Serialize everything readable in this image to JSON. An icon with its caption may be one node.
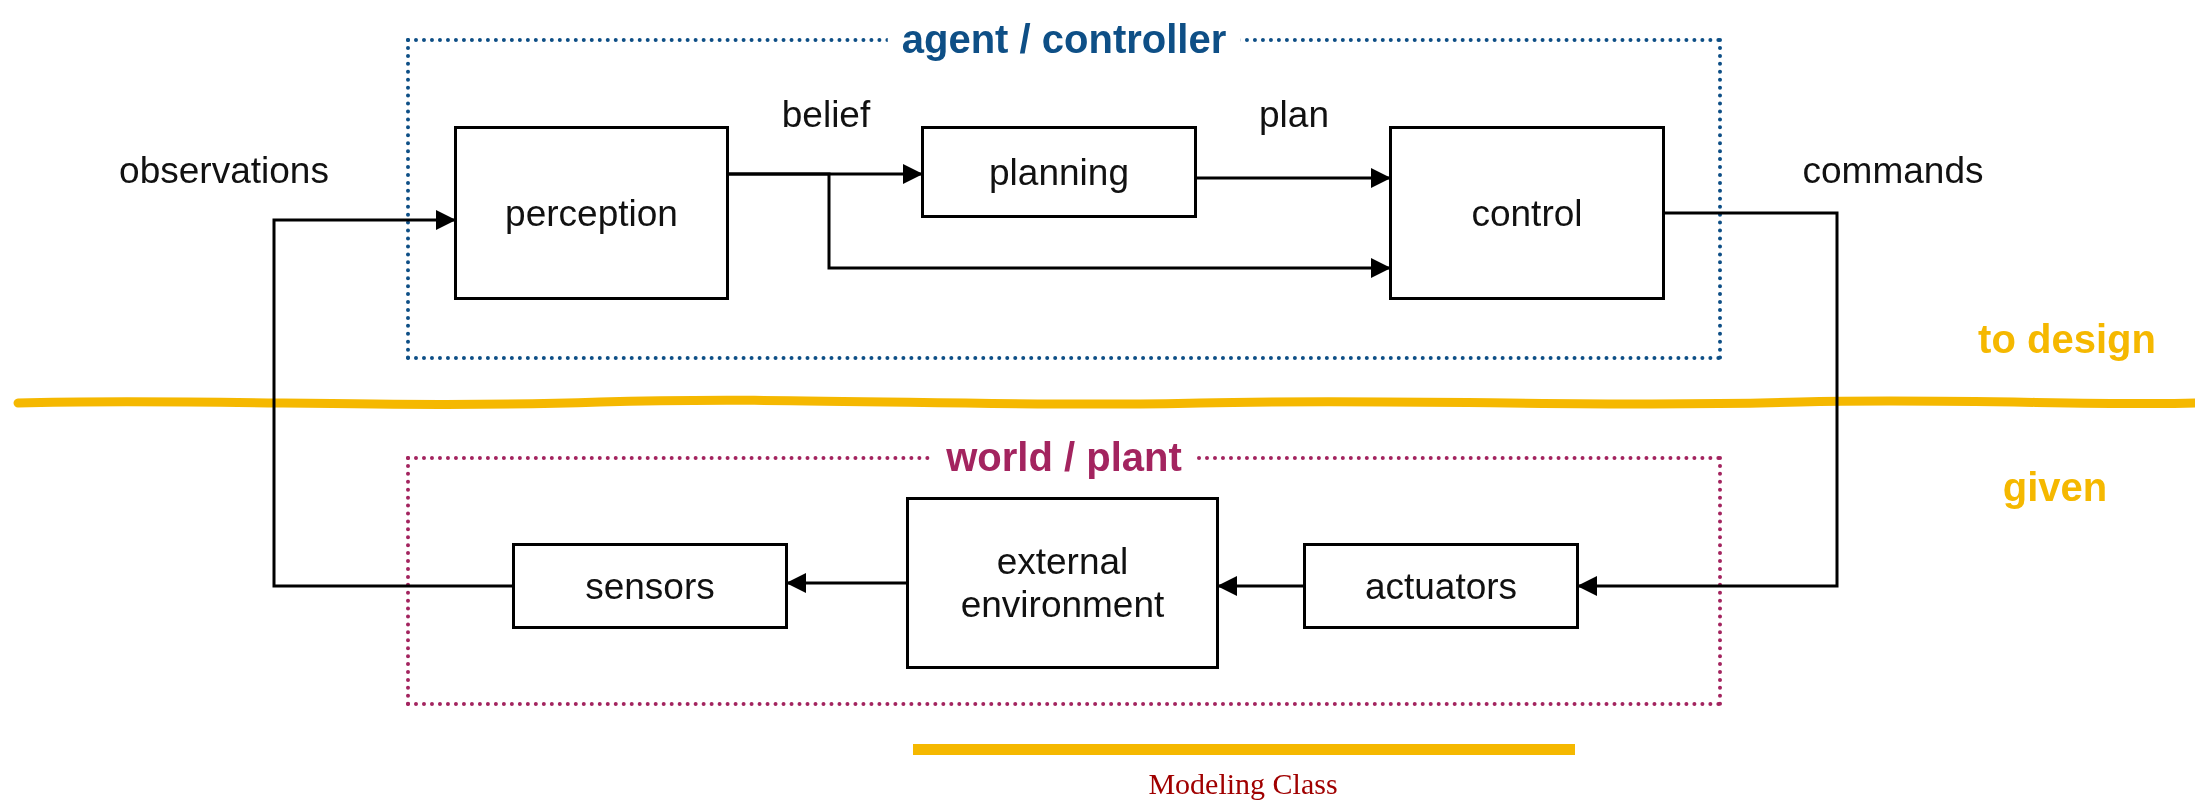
{
  "diagram": {
    "caption": "Modeling Class",
    "nodes": [
      {
        "text": [
          "agent / controller"
        ]
      },
      {
        "text": [
          "perception"
        ],
        "in": 0
      },
      {
        "text": [
          "planning"
        ],
        "in": 0
      },
      {
        "text": [
          "control"
        ],
        "in": 0
      },
      {
        "text": [
          "world / plant"
        ]
      },
      {
        "text": [
          "sensors"
        ],
        "in": 4
      },
      {
        "text": [
          "external environment"
        ],
        "in": 4
      },
      {
        "text": [
          "actuators"
        ],
        "in": 4
      }
    ],
    "edges": [
      {
        "from": 5,
        "to": 1,
        "arrow": "to",
        "label": "observations"
      },
      {
        "from": 1,
        "to": 2,
        "arrow": "to",
        "label": "belief"
      },
      {
        "from": 1,
        "to": 3,
        "arrow": "to"
      },
      {
        "from": 2,
        "to": 3,
        "arrow": "to",
        "label": "plan"
      },
      {
        "from": 3,
        "to": 7,
        "arrow": "to",
        "label": "commands"
      },
      {
        "from": 7,
        "to": 6,
        "arrow": "to"
      },
      {
        "from": 6,
        "to": 5,
        "arrow": "to"
      }
    ],
    "labels": [
      "to design",
      "given"
    ]
  }
}
